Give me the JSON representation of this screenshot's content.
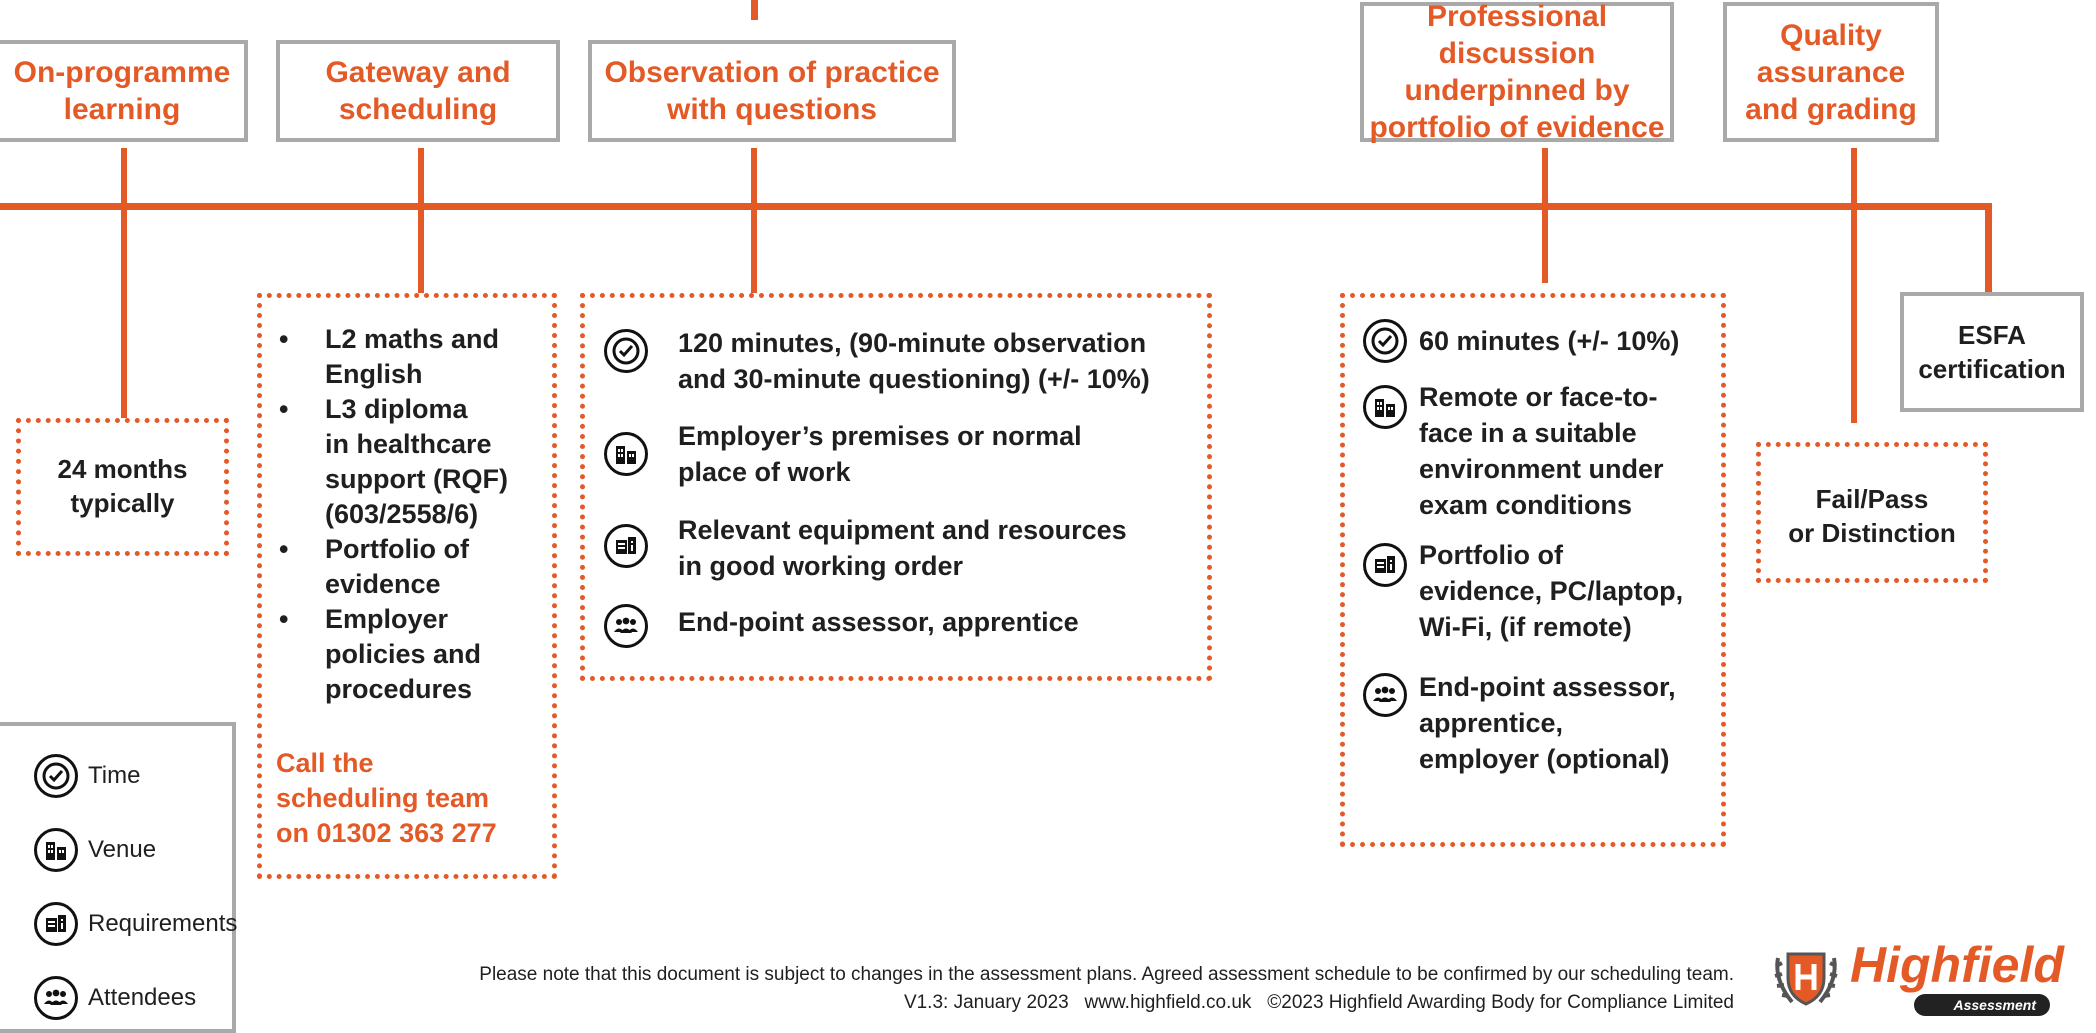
{
  "stages": {
    "on_programme": "On-programme\nlearning",
    "gateway": "Gateway and\nscheduling",
    "observation": "Observation of practice\nwith questions",
    "professional": "Professional discussion\nunderpinned by\nportfolio of evidence",
    "quality": "Quality\nassurance\nand grading",
    "esfa": "ESFA\ncertification"
  },
  "on_programme_box": {
    "text": "24 months\ntypically"
  },
  "gateway_box": {
    "items": [
      "L2 maths and\nEnglish",
      "L3 diploma\nin healthcare\nsupport (RQF)\n(603/2558/6)",
      "Portfolio of\nevidence",
      "Employer\npolicies and\nprocedures"
    ],
    "call_text": "Call the\nscheduling team\non 01302 363 277"
  },
  "observation_box": {
    "time": "120 minutes, (90-minute observation\nand 30-minute questioning) (+/- 10%)",
    "venue": "Employer’s premises or normal\nplace of work",
    "requirements": "Relevant equipment and resources\nin good working order",
    "attendees": "End-point assessor, apprentice"
  },
  "professional_box": {
    "time": "60 minutes (+/- 10%)",
    "venue": "Remote or face-to-\nface in a suitable\nenvironment under\nexam conditions",
    "requirements": "Portfolio of\nevidence, PC/laptop,\nWi-Fi, (if remote)",
    "attendees": "End-point assessor,\napprentice,\nemployer (optional)"
  },
  "quality_box": {
    "text": "Fail/Pass\nor Distinction"
  },
  "legend": {
    "time": "Time",
    "venue": "Venue",
    "requirements": "Requirements",
    "attendees": "Attendees"
  },
  "footer": {
    "line1": "Please note that this document is subject to changes in the assessment plans. Agreed assessment schedule to be confirmed by our scheduling team.",
    "line2": "V1.3: January 2023   www.highfield.co.uk   ©2023 Highfield Awarding Body for Compliance Limited"
  },
  "logo": {
    "brand": "Highfield",
    "sub": "Assessment"
  },
  "colors": {
    "accent": "#e35a27",
    "border_grey": "#a9a9a9",
    "text": "#1f1f1f"
  },
  "icons": {
    "time": "clock-icon",
    "venue": "buildings-icon",
    "requirements": "document-icon",
    "attendees": "people-icon"
  }
}
